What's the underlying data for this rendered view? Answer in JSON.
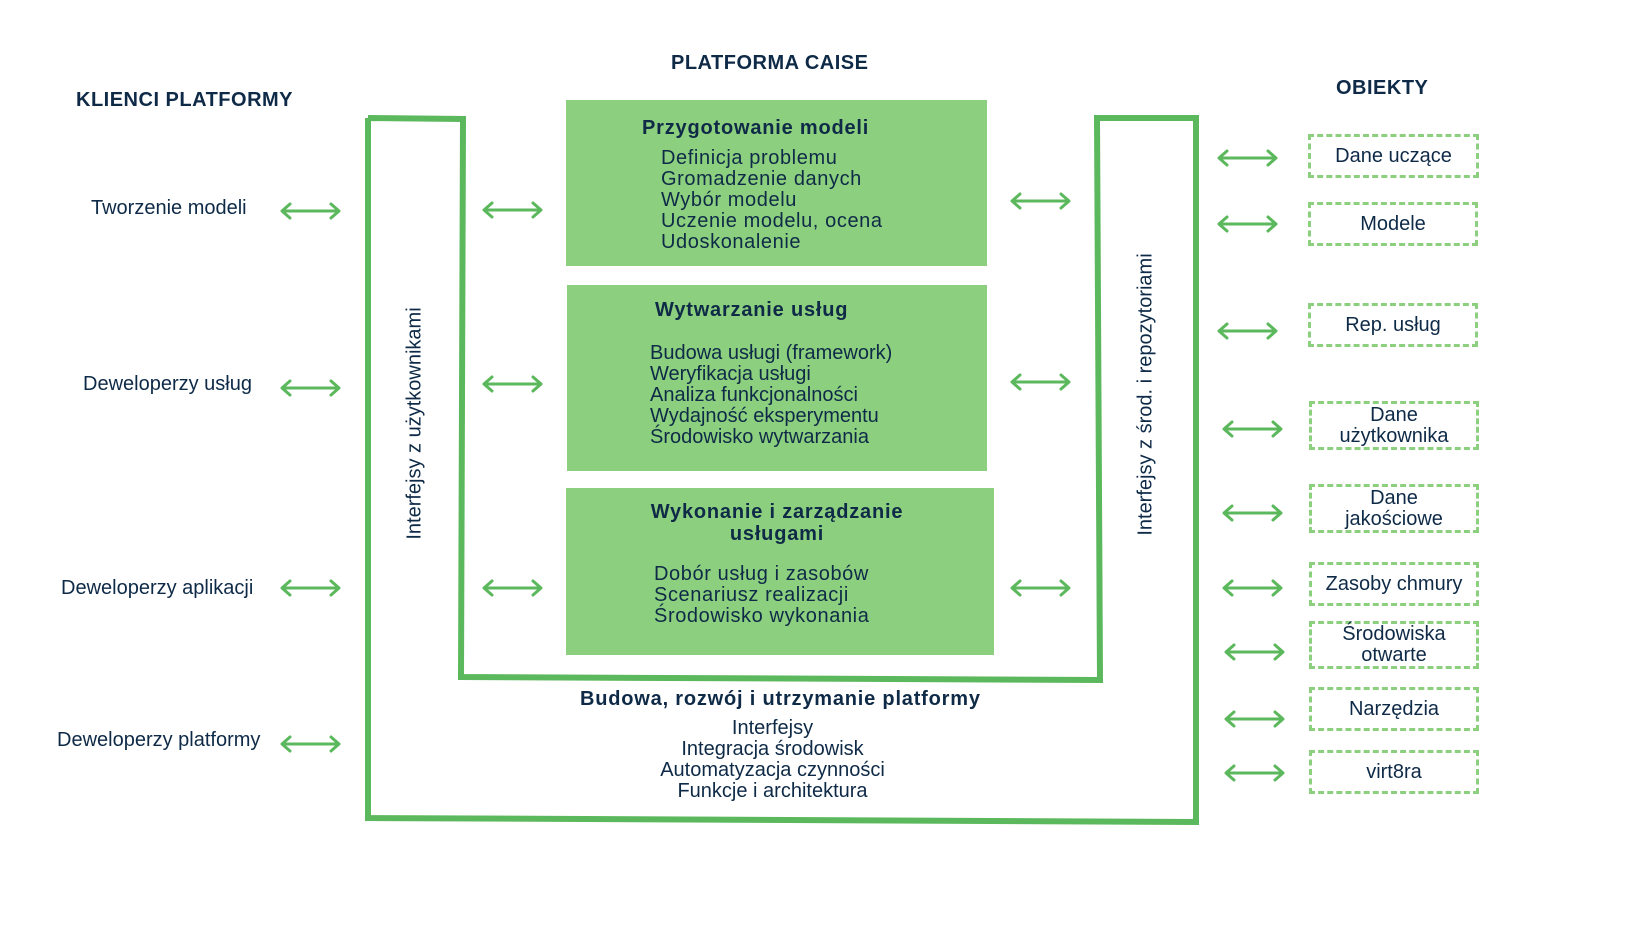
{
  "headings": {
    "clients": "KLIENCI PLATFORMY",
    "platform": "PLATFORMA CAISE",
    "objects": "OBIEKTY"
  },
  "clients": [
    "Tworzenie modeli",
    "Deweloperzy usług",
    "Deweloperzy aplikacji",
    "Deweloperzy platformy"
  ],
  "interfaces": {
    "users": "Interfejsy z użytkownikami",
    "repos": "Interfejsy z środ. i repozytoriami"
  },
  "modules": [
    {
      "title": "Przygotowanie modeli",
      "items": [
        "Definicja problemu",
        "Gromadzenie danych",
        "Wybór modelu",
        "Uczenie modelu, ocena",
        "Udoskonalenie"
      ]
    },
    {
      "title": "Wytwarzanie usług",
      "items": [
        "Budowa usługi (framework)",
        "Weryfikacja usługi",
        "Analiza funkcjonalności",
        "Wydajność eksperymentu",
        "Środowisko wytwarzania"
      ]
    },
    {
      "title_line1": "Wykonanie i zarządzanie",
      "title_line2": "usługami",
      "items": [
        "Dobór usług i zasobów",
        "Scenariusz realizacji",
        "Środowisko wykonania"
      ]
    }
  ],
  "platform_base": {
    "title": "Budowa, rozwój i utrzymanie platformy",
    "items": [
      "Interfejsy",
      "Integracja środowisk",
      "Automatyzacja czynności",
      "Funkcje i architektura"
    ]
  },
  "objects": [
    {
      "line1": "Dane uczące"
    },
    {
      "line1": "Modele"
    },
    {
      "line1": "Rep. usług"
    },
    {
      "line1": "Dane",
      "line2": "użytkownika"
    },
    {
      "line1": "Dane",
      "line2": "jakościowe"
    },
    {
      "line1": "Zasoby chmury"
    },
    {
      "line1": "Środowiska",
      "line2": "otwarte"
    },
    {
      "line1": "Narzędzia"
    },
    {
      "line1": "virt8ra"
    }
  ],
  "colors": {
    "accent_green": "#8ccf7e",
    "line_green": "#5cb85c",
    "text_navy": "#0e2a47"
  }
}
